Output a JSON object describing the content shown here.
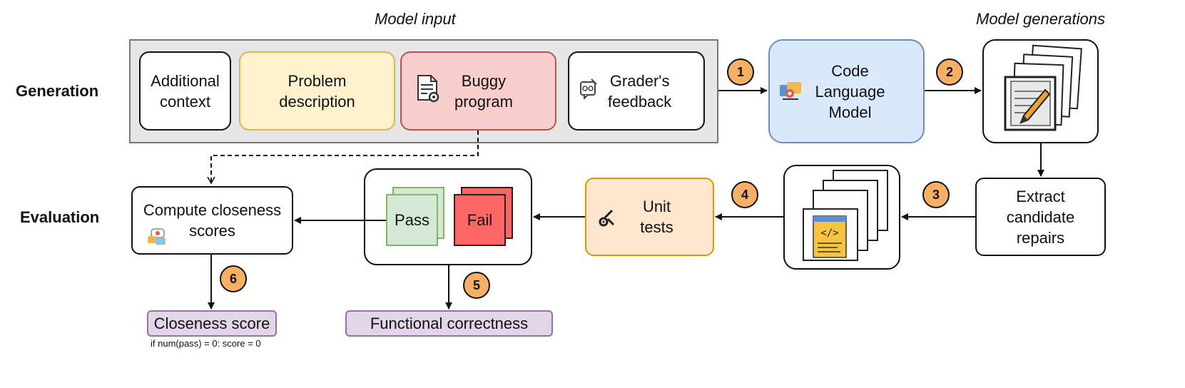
{
  "headers": {
    "model_input": "Model input",
    "model_generations": "Model generations"
  },
  "rows": {
    "generation": "Generation",
    "evaluation": "Evaluation"
  },
  "inputs": {
    "additional_context": "Additional\ncontext",
    "problem_description": "Problem\ndescription",
    "buggy_program": "Buggy\nprogram",
    "graders_feedback": "Grader's\nfeedback"
  },
  "model": "Code\nLanguage\nModel",
  "extract": "Extract\ncandidate\nrepairs",
  "unit_tests": "Unit\ntests",
  "pass": "Pass",
  "fail": "Fail",
  "compute": "Compute closeness\nscores",
  "outputs": {
    "closeness_score": "Closeness score",
    "closeness_note": "if num(pass) = 0: score = 0",
    "functional_correctness": "Functional correctness"
  },
  "steps": [
    "1",
    "2",
    "3",
    "4",
    "5",
    "6"
  ],
  "colors": {
    "input_bg": "#e6e6e6",
    "problem": "#fff2cc",
    "buggy": "#f8cecc",
    "model": "#dae8fc",
    "unit": "#ffe6cc",
    "pass": "#d5e8d4",
    "fail": "#ff6666",
    "output": "#e1d5e7",
    "badge": "#f6b066"
  },
  "icons": [
    "document-gear-icon",
    "feedback-icon",
    "robot-icon",
    "documents-pencil-icon",
    "code-file-icon",
    "tools-icon",
    "chat-icon"
  ]
}
